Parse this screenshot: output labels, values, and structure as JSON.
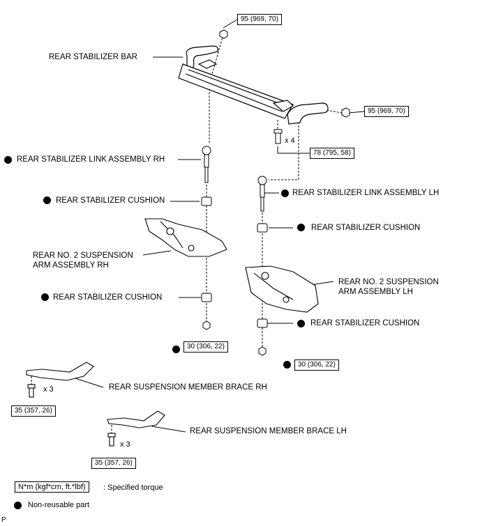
{
  "labels": {
    "stabilizer_bar": "REAR STABILIZER BAR",
    "link_rh": "REAR STABILIZER LINK ASSEMBLY RH",
    "link_lh": "REAR STABILIZER LINK ASSEMBLY LH",
    "cushion": "REAR STABILIZER CUSHION",
    "arm_rh_line1": "REAR NO. 2 SUSPENSION",
    "arm_rh_line2": "ARM ASSEMBLY RH",
    "arm_lh_line1": "REAR NO. 2 SUSPENSION",
    "arm_lh_line2": "ARM ASSEMBLY LH",
    "brace_rh": "REAR SUSPENSION MEMBER BRACE RH",
    "brace_lh": "REAR SUSPENSION MEMBER BRACE LH"
  },
  "torques": {
    "nut_top": "95 (969, 70)",
    "nut_right": "95 (969, 70)",
    "bolt_bracket": "78 (795, 58)",
    "nut_link_rh": "30 (306, 22)",
    "nut_link_lh": "30 (306, 22)",
    "bolt_brace_rh": "35 (357, 26)",
    "bolt_brace_lh": "35 (357, 26)"
  },
  "quantities": {
    "bracket_bolts": "x 4",
    "brace_rh_bolts": "x 3",
    "brace_lh_bolts": "x 3"
  },
  "legend": {
    "torque_box": "N*m (kgf*cm, ft.*lbf)",
    "torque_text": ": Specified torque",
    "nonreusable_text": "Non-reusable part"
  },
  "corner_mark": "P"
}
